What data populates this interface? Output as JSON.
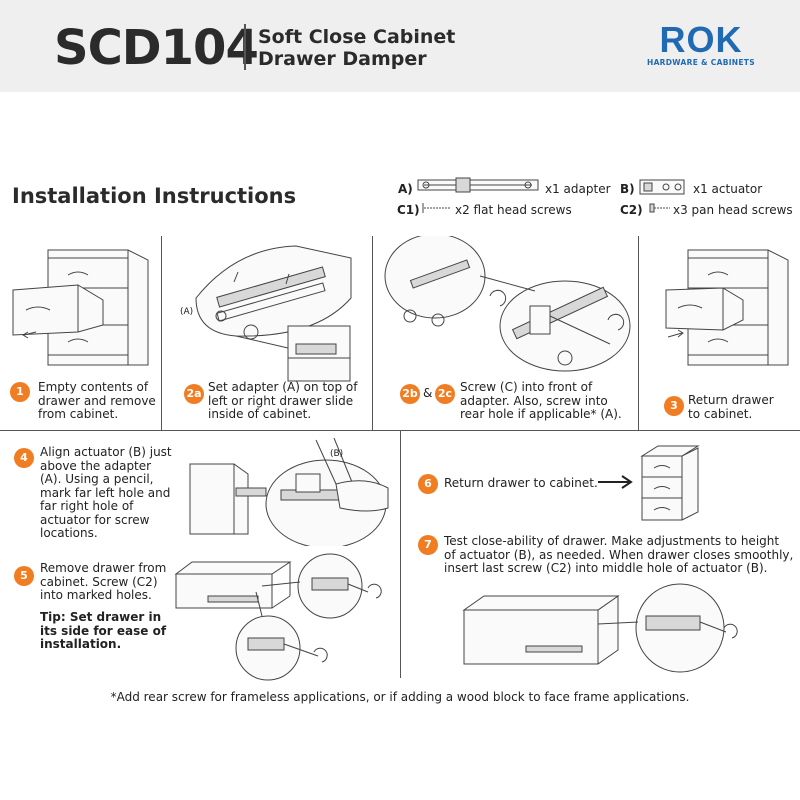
{
  "header": {
    "model": "SCD104",
    "product_line1": "Soft Close Cabinet",
    "product_line2": "Drawer Damper",
    "logo_word": "ROK",
    "logo_tagline": "HARDWARE & CABINETS"
  },
  "title": "Installation Instructions",
  "parts": {
    "a_key": "A)",
    "a_text": "x1 adapter",
    "b_key": "B)",
    "b_text": "x1 actuator",
    "c1_key": "C1)",
    "c1_text": "x2 flat head screws",
    "c2_key": "C2)",
    "c2_text": "x3 pan head screws"
  },
  "steps": {
    "s1": {
      "num": "1",
      "text": "Empty contents of drawer and remove from cabinet."
    },
    "s2a": {
      "num": "2a",
      "text": "Set adapter (A) on top of left or right drawer slide inside of cabinet."
    },
    "s2b": {
      "num": "2b",
      "amp": "&"
    },
    "s2c": {
      "num": "2c",
      "text": "Screw (C) into front of adapter. Also, screw into rear hole if applicable* (A)."
    },
    "s3": {
      "num": "3",
      "text": "Return drawer to cabinet."
    },
    "s4": {
      "num": "4",
      "text": "Align actuator (B) just above the adapter (A). Using a pencil, mark far left hole and far right hole of actuator for screw locations."
    },
    "s5": {
      "num": "5",
      "text": "Remove drawer from cabinet. Screw (C2) into marked holes.",
      "tip": "Tip: Set drawer in its side for ease of installation."
    },
    "s6": {
      "num": "6",
      "text": "Return drawer to cabinet."
    },
    "s7": {
      "num": "7",
      "text": "Test close-ability of drawer. Make adjustments to height of actuator (B), as needed. When drawer closes smoothly, insert last screw (C2) into middle hole of actuator (B)."
    }
  },
  "callouts": {
    "a": "(A)",
    "b": "(B)",
    "c2b": "2b",
    "c2c": "2c"
  },
  "footnote": "*Add rear screw for frameless applications, or if adding a wood block to face frame applications.",
  "colors": {
    "accent": "#f07d22",
    "brand": "#1f6ab3",
    "header_bg": "#efefef"
  }
}
